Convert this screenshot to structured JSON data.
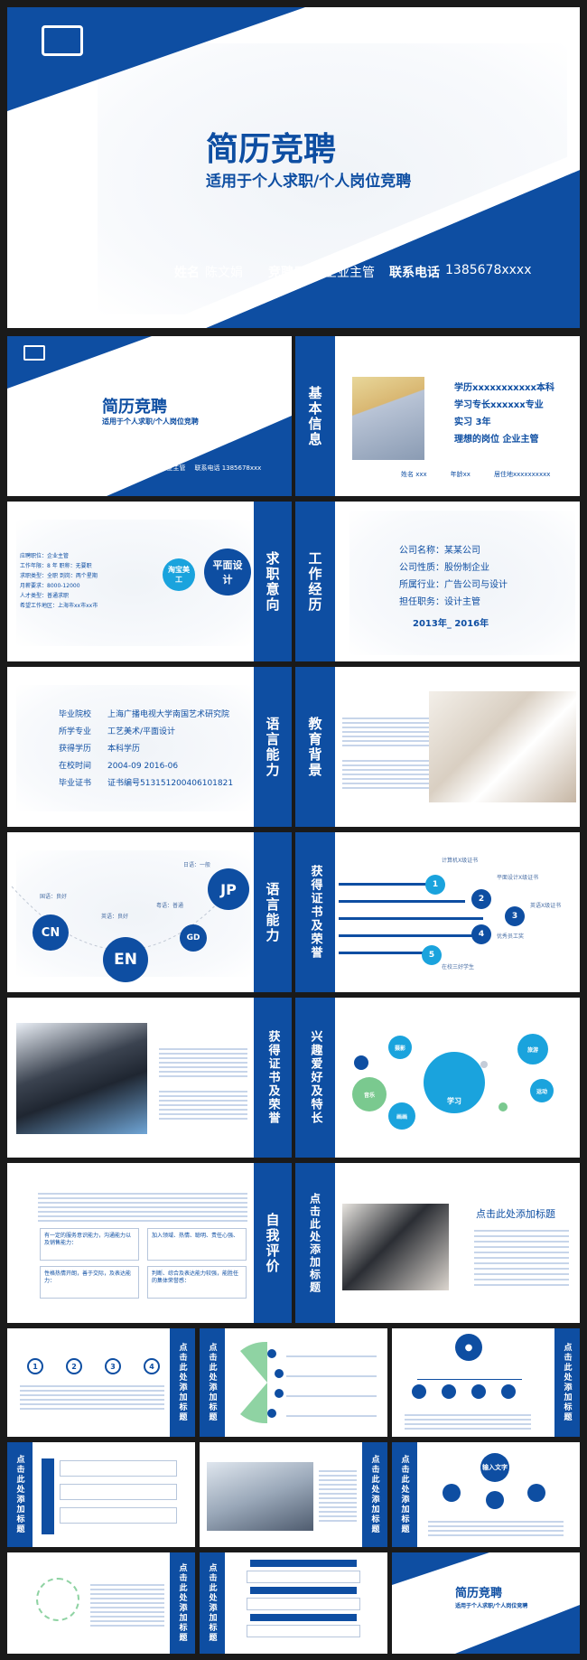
{
  "cover": {
    "title": "简历竞聘",
    "subtitle": "适用于个人求职/个人岗位竞聘",
    "name_label": "姓名",
    "name": "陈文娟",
    "target_label": "竞聘目标",
    "target": "企业主管",
    "phone_label": "联系电话",
    "phone": "1385678xxxx"
  },
  "mini_cover": {
    "title": "简历竞聘",
    "subtitle": "适用于个人求职/个人岗位竞聘",
    "name": "姓名 陈文娟",
    "target": "竞聘目标 企业主管",
    "phone": "联系电话 1385678xxx"
  },
  "basic_info": {
    "band": "基本信息",
    "lines": [
      "学历xxxxxxxxxxx本科",
      "学习专长xxxxxx专业",
      "实习 3年",
      "理想的岗位 企业主管"
    ],
    "footer": [
      "姓名 xxx",
      "年龄xx",
      "居住地xxxxxxxxxx"
    ]
  },
  "job_intent": {
    "band": "求职意向",
    "rows": [
      "应聘职位：企业主管",
      "工作年限：8 年    职称：无要职",
      "求职类型：全职    到岗：两个星期",
      "月薪要求：8000-12000",
      "人才类型：普通求职",
      "希望工作地区：上海市xx市xx市"
    ],
    "bubbles": [
      "淘宝美工",
      "平面设计"
    ]
  },
  "work_exp": {
    "band": "工作经历",
    "lines": [
      "公司名称：某某公司",
      "公司性质：股份制企业",
      "所属行业：广告公司与设计",
      "担任职务：设计主管"
    ],
    "period": "2013年_ 2016年"
  },
  "education_slide": {
    "band": "语言能力",
    "rows": [
      {
        "k": "毕业院校",
        "v": "上海广播电视大学南国艺术研究院"
      },
      {
        "k": "所学专业",
        "v": "工艺美术/平面设计"
      },
      {
        "k": "获得学历",
        "v": "本科学历"
      },
      {
        "k": "在校时间",
        "v": "2004-09 2016-06"
      },
      {
        "k": "毕业证书",
        "v": "证书编号513151200406101821"
      }
    ]
  },
  "edu_bg": {
    "band": "教育背景"
  },
  "language": {
    "band": "语言能力",
    "items": [
      {
        "code": "CN",
        "label": "国语：良好"
      },
      {
        "code": "EN",
        "label": "英语：良好"
      },
      {
        "code": "GD",
        "label": "粤语：普通"
      },
      {
        "code": "JP",
        "label": "日语：一般"
      }
    ]
  },
  "certs": {
    "band": "获得证书及荣誉",
    "items": [
      "计算机X级证书",
      "平面设计X级证书",
      "英语X级证书",
      "优秀员工奖",
      "在校三好学生"
    ]
  },
  "certs2": {
    "band": "获得证书及荣誉"
  },
  "hobby": {
    "band": "兴趣爱好及特长",
    "labels": [
      "摄影",
      "旅游",
      "学习",
      "运动",
      "音乐",
      "画画"
    ]
  },
  "self_eval": {
    "band": "自我评价",
    "boxes": [
      "有一定的服务意识能力，沟通能力以及销售能力：",
      "加入领域、热情、聪明、责任心强、",
      "性格热情开朗，善于交际，及表达能力：",
      "判断、综合及表达能力较强，能胜任的集体荣誉感："
    ]
  },
  "title_slide": {
    "band": "点击此处添加标题",
    "heading": "点击此处添加标题"
  },
  "grid": {
    "band": "点击此处添加标题",
    "steps": [
      "1",
      "2",
      "3",
      "4"
    ],
    "hub": "输入文字"
  },
  "end": {
    "title": "简历竞聘",
    "subtitle": "适用于个人求职/个人岗位竞聘"
  }
}
